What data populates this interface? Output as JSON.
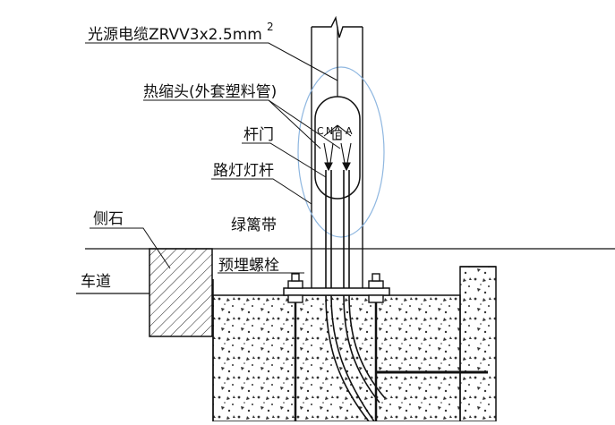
{
  "labels": {
    "cable": "光源电缆ZRVV3x2.5mm",
    "cable_sup": "2",
    "heat_shrink": "热缩头(外套塑料管)",
    "pole_door": "杆门",
    "lamp_pole": "路灯灯杆",
    "curb": "侧石",
    "green_belt": "绿篱带",
    "anchor_bolt": "预埋螺栓",
    "roadway": "车道",
    "terminal_c": "C",
    "terminal_n": "N",
    "terminal_e": "E",
    "terminal_a": "A"
  },
  "colors": {
    "line": "#111111",
    "highlight_ellipse": "#8fb7e0",
    "concrete_fill": "#ffffff",
    "page_background": "#ffffff"
  },
  "icons": {
    "break_mark": "zigzag-break-icon",
    "hatch": "diagonal-hatch-pattern",
    "concrete": "stipple-pattern"
  }
}
